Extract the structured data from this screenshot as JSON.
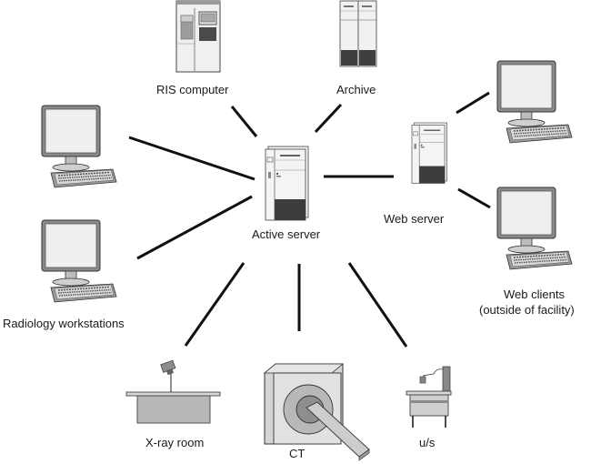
{
  "diagram": {
    "title": "",
    "center_node": "active-server",
    "nodes": [
      {
        "id": "ris-computer",
        "label": "RIS computer",
        "type": "server"
      },
      {
        "id": "archive",
        "label": "Archive",
        "type": "server"
      },
      {
        "id": "active-server",
        "label": "Active server",
        "type": "server"
      },
      {
        "id": "web-server",
        "label": "Web server",
        "type": "server"
      },
      {
        "id": "radiology-workstation-1",
        "label": "",
        "type": "workstation"
      },
      {
        "id": "radiology-workstation-2",
        "label": "Radiology workstations",
        "type": "workstation"
      },
      {
        "id": "web-client-1",
        "label": "",
        "type": "workstation"
      },
      {
        "id": "web-client-2",
        "label": "Web clients\n(outside of facility)",
        "type": "workstation"
      },
      {
        "id": "xray-room",
        "label": "X-ray room",
        "type": "modality"
      },
      {
        "id": "ct",
        "label": "CT",
        "type": "modality"
      },
      {
        "id": "us",
        "label": "u/s",
        "type": "modality"
      }
    ],
    "edges": [
      {
        "from": "active-server",
        "to": "ris-computer"
      },
      {
        "from": "active-server",
        "to": "archive"
      },
      {
        "from": "active-server",
        "to": "web-server"
      },
      {
        "from": "active-server",
        "to": "radiology-workstation-1"
      },
      {
        "from": "active-server",
        "to": "radiology-workstation-2"
      },
      {
        "from": "active-server",
        "to": "xray-room"
      },
      {
        "from": "active-server",
        "to": "ct"
      },
      {
        "from": "active-server",
        "to": "us"
      },
      {
        "from": "web-server",
        "to": "web-client-1"
      },
      {
        "from": "web-server",
        "to": "web-client-2"
      }
    ]
  },
  "labels": {
    "ris": "RIS computer",
    "archive": "Archive",
    "active_server": "Active server",
    "web_server": "Web server",
    "radiology": "Radiology workstations",
    "web_clients_1": "Web clients",
    "web_clients_2": "(outside of facility)",
    "xray": "X-ray room",
    "ct": "CT",
    "us": "u/s"
  }
}
